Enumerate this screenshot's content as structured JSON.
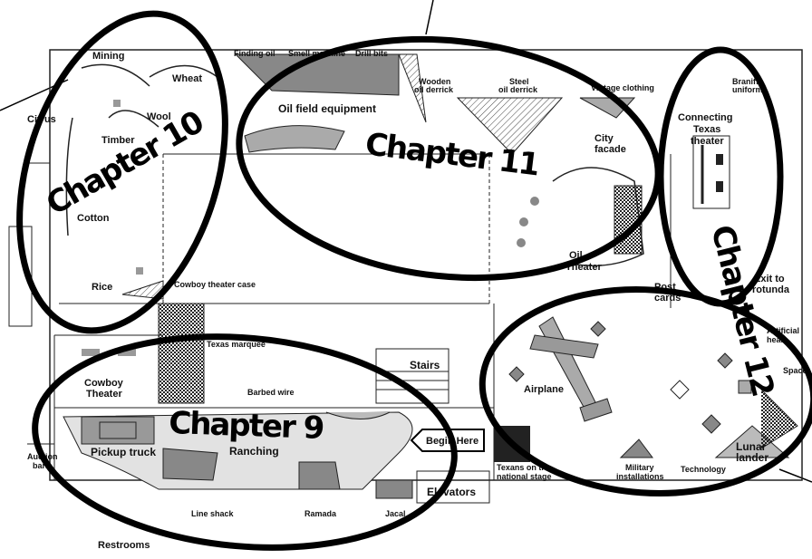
{
  "chapters": {
    "ch9": "Chapter 9",
    "ch10": "Chapter 10",
    "ch11": "Chapter 11",
    "ch12": "Chapter 12"
  },
  "labels": {
    "mining": "Mining",
    "wheat": "Wheat",
    "citrus": "Citrus",
    "wool": "Wool",
    "timber": "Timber",
    "cotton": "Cotton",
    "rice": "Rice",
    "finding_oil": "Finding oil",
    "smell_machine": "Smell machine",
    "drill_bits": "Drill bits",
    "wooden_derrick_1": "Wooden",
    "wooden_derrick_2": "oil derrick",
    "steel_derrick_1": "Steel",
    "steel_derrick_2": "oil derrick",
    "vintage_clothing": "Vintage clothing",
    "braniff_1": "Braniff",
    "braniff_2": "uniform",
    "oil_field_equipment": "Oil field equipment",
    "city_facade_1": "City",
    "city_facade_2": "facade",
    "connecting_1": "Connecting",
    "connecting_2": "Texas",
    "connecting_3": "theater",
    "oil_theater_1": "Oil",
    "oil_theater_2": "Theater",
    "exit_1": "Exit to",
    "exit_2": "rotunda",
    "cards_1": "Post",
    "cards_2": "cards",
    "cowboy_case": "Cowboy theater case",
    "texas_marquee": "Texas marquee",
    "stairs": "Stairs",
    "barbed_wire": "Barbed wire",
    "cowboy_theater_1": "Cowboy",
    "cowboy_theater_2": "Theater",
    "airplane": "Airplane",
    "artificial_heart_1": "Artificial",
    "artificial_heart_2": "heart",
    "space": "Space",
    "pickup_truck": "Pickup truck",
    "ranching": "Ranching",
    "begin_here": "Begin Here",
    "texans_1": "Texans on the",
    "texans_2": "national stage",
    "auction_1": "Auction",
    "auction_2": "barn",
    "elevators": "Elevators",
    "military_1": "Military",
    "military_2": "installations",
    "technology": "Technology",
    "lunar_1": "Lunar",
    "lunar_2": "lander",
    "line_shack": "Line shack",
    "ramada": "Ramada",
    "jacal": "Jacal",
    "restrooms": "Restrooms"
  },
  "colors": {
    "ink": "#111111",
    "exhibit_fill": "#9a9a9a",
    "hatch": "#555555",
    "floor_gray": "#d8d8d8"
  }
}
